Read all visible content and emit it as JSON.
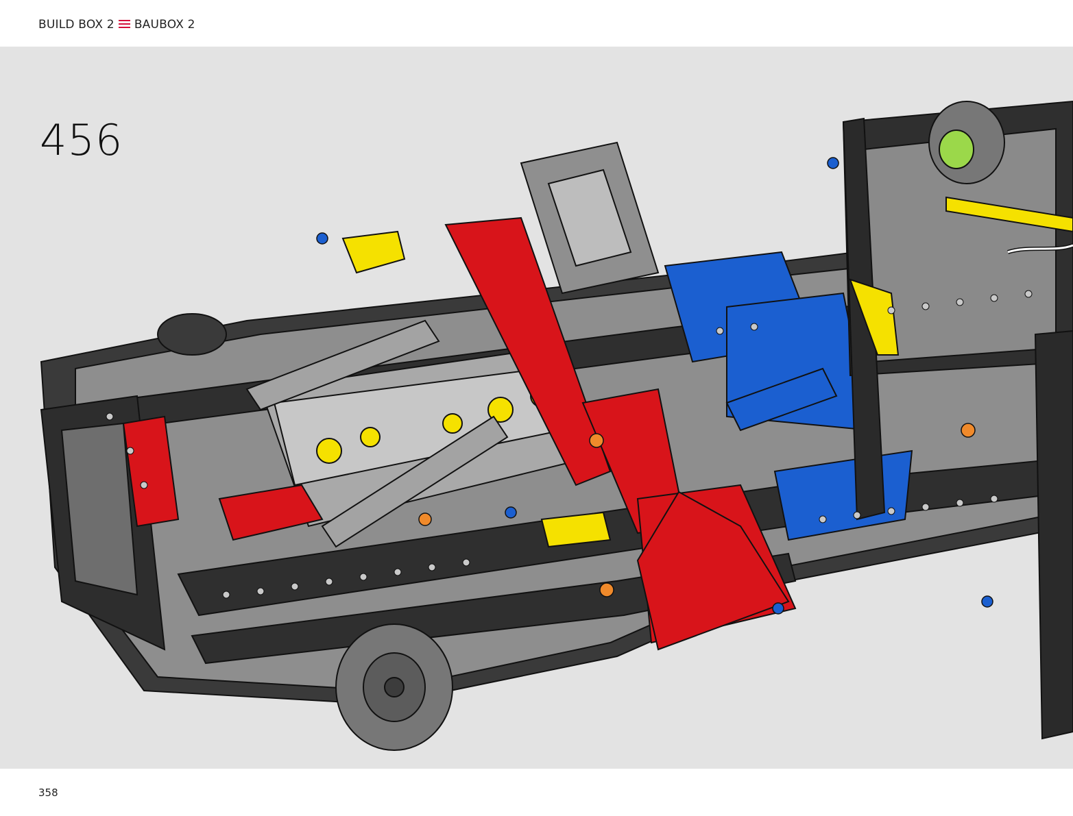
{
  "header": {
    "crumb_en": "BUILD BOX 2",
    "crumb_de": "BAUBOX 2",
    "separator_icon": "hamburger-icon",
    "separator_color": "#d4103c"
  },
  "step": {
    "number": "456"
  },
  "footer": {
    "page_number": "358"
  },
  "colors": {
    "background": "#e3e3e3",
    "frame_dark": "#2e2e2e",
    "frame_light": "#9a9a9a",
    "red": "#d8141a",
    "blue": "#1b5fd0",
    "yellow": "#f5e100",
    "orange": "#f08a2b"
  }
}
